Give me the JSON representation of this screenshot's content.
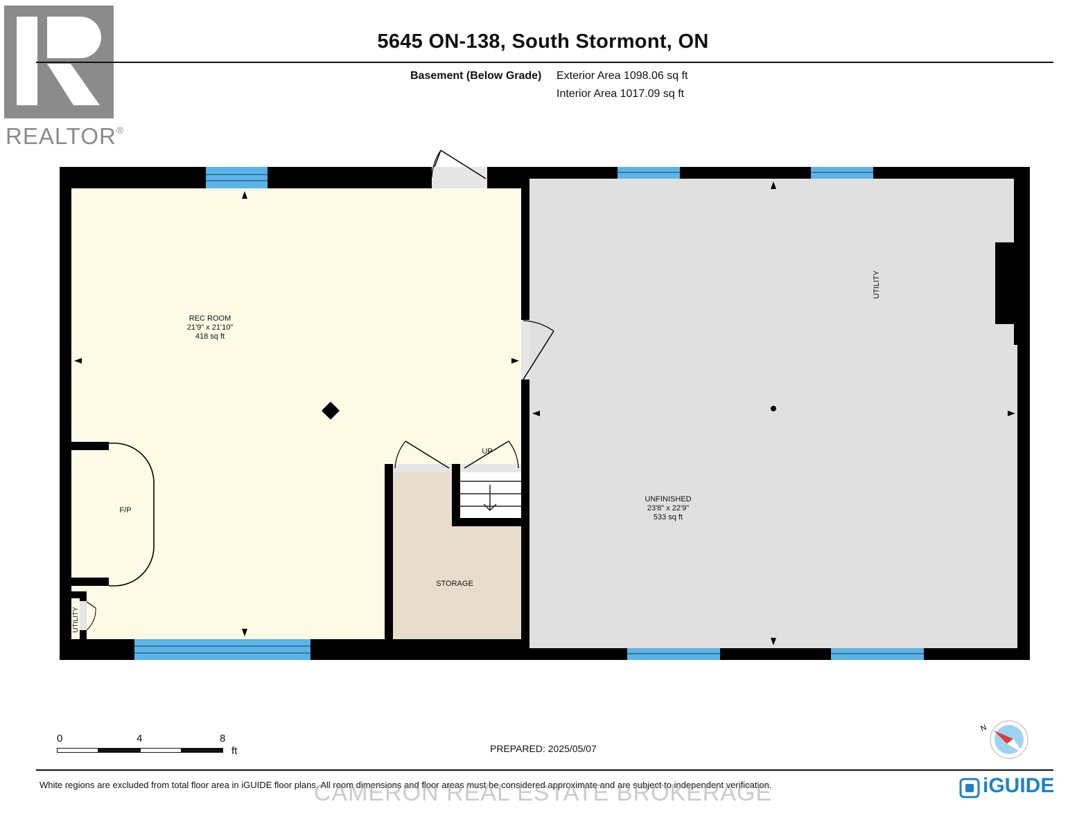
{
  "header": {
    "logo_text": "REALTOR",
    "logo_mark": "®",
    "title": "5645 ON-138, South Stormont, ON",
    "level": "Basement (Below Grade)",
    "exterior_area": "Exterior Area 1098.06 sq ft",
    "interior_area": "Interior Area 1017.09 sq ft"
  },
  "rooms": {
    "rec_room": {
      "name": "REC ROOM",
      "dims": "21'9\" x 21'10\"",
      "area": "418 sq ft"
    },
    "unfinished": {
      "name": "UNFINISHED",
      "dims": "23'8\" x 22'9\"",
      "area": "533 sq ft"
    },
    "utility_main": {
      "name": "UTILITY"
    },
    "utility_small": {
      "name": "UTILITY"
    },
    "fireplace": {
      "name": "F/P"
    },
    "storage": {
      "name": "STORAGE"
    },
    "stairs": {
      "label": "UP"
    }
  },
  "scale": {
    "ticks": [
      "0",
      "4",
      "8"
    ],
    "unit": "ft"
  },
  "prepared": "PREPARED: 2025/05/07",
  "footer": {
    "disclaimer": "White regions are excluded from total floor area in iGUIDE floor plans. All room dimensions and floor areas must be considered approximate and are subject to independent verification.",
    "watermark": "CAMERON REAL ESTATE BROKERAGE",
    "brand": "iGUIDE",
    "compass_label": "N"
  },
  "colors": {
    "rec_room": "#fdfbe6",
    "unfinished": "#e0e0e0",
    "storage": "#e8dccd",
    "wall": "#000000",
    "window": "#5ab4e8",
    "brand": "#1e82c8",
    "compass_needle": "#e53935"
  }
}
